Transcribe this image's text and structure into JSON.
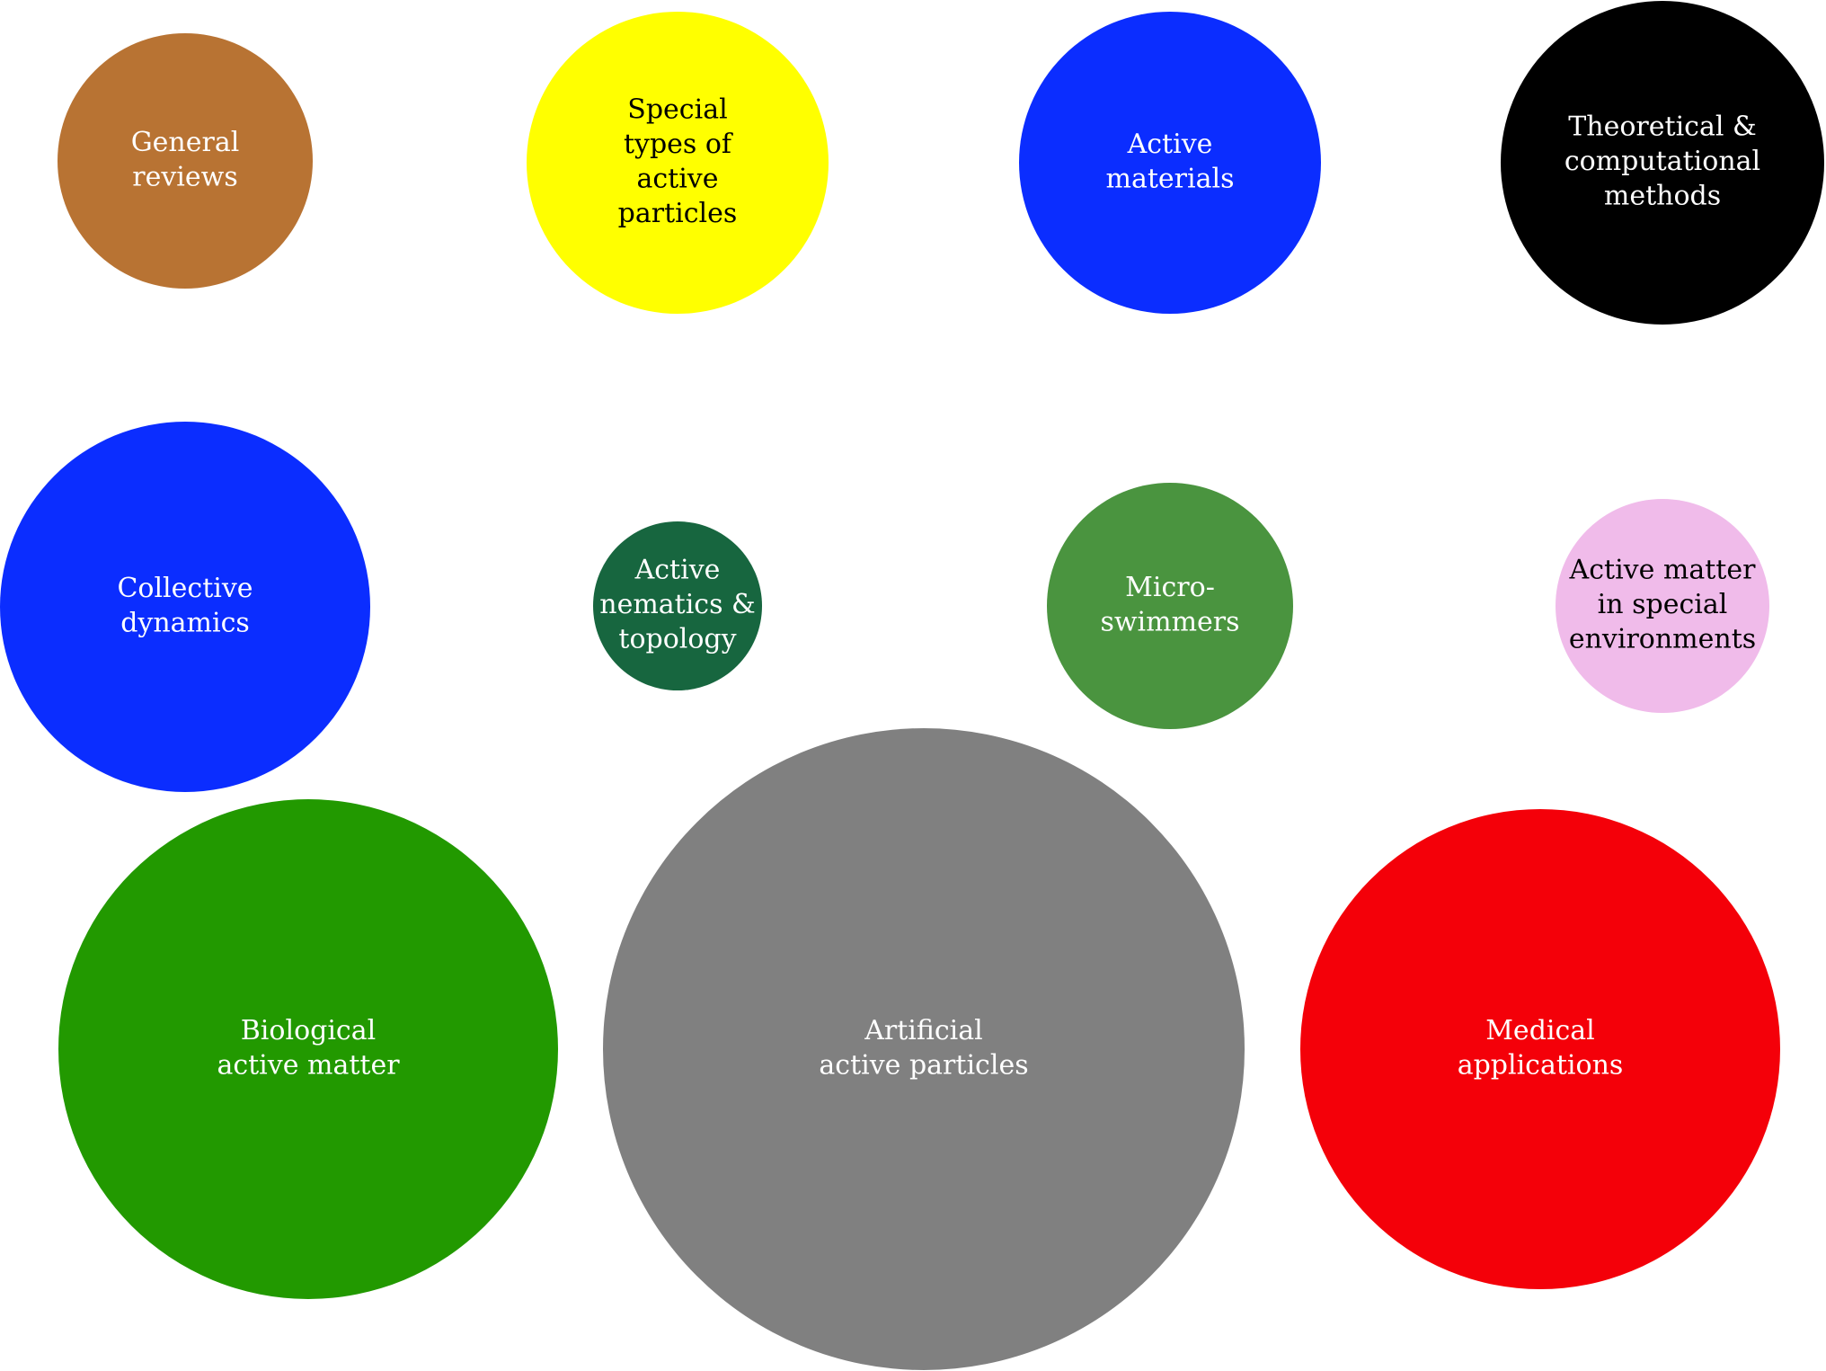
{
  "bubbles": [
    {
      "key": "general-reviews",
      "lines": [
        "General",
        "reviews"
      ],
      "fill": "#B87333",
      "text_color": "#FFFFFF"
    },
    {
      "key": "special-types",
      "lines": [
        "Special",
        "types of",
        "active",
        "particles"
      ],
      "fill": "#FFFF00",
      "text_color": "#000000"
    },
    {
      "key": "active-materials",
      "lines": [
        "Active",
        "materials"
      ],
      "fill": "#0B2DFF",
      "text_color": "#FFFFFF"
    },
    {
      "key": "theoretical-methods",
      "lines": [
        "Theoretical &",
        "computational",
        "methods"
      ],
      "fill": "#000000",
      "text_color": "#FFFFFF"
    },
    {
      "key": "collective-dynamics",
      "lines": [
        "Collective",
        "dynamics"
      ],
      "fill": "#0B2DFF",
      "text_color": "#FFFFFF"
    },
    {
      "key": "active-nematics",
      "lines": [
        "Active",
        "nematics &",
        "topology"
      ],
      "fill": "#17663F",
      "text_color": "#FFFFFF"
    },
    {
      "key": "micro-swimmers",
      "lines": [
        "Micro-",
        "swimmers"
      ],
      "fill": "#4A943F",
      "text_color": "#FFFFFF"
    },
    {
      "key": "special-environments",
      "lines": [
        "Active matter",
        "in special",
        "environments"
      ],
      "fill": "#F0BBEA",
      "text_color": "#000000"
    },
    {
      "key": "biological-active-matter",
      "lines": [
        "Biological",
        "active matter"
      ],
      "fill": "#229900",
      "text_color": "#FFFFFF"
    },
    {
      "key": "artificial-active-particles",
      "lines": [
        "Artificial",
        "active particles"
      ],
      "fill": "#808080",
      "text_color": "#FFFFFF"
    },
    {
      "key": "medical-applications",
      "lines": [
        "Medical",
        "applications"
      ],
      "fill": "#F40009",
      "text_color": "#FFFFFF"
    }
  ]
}
